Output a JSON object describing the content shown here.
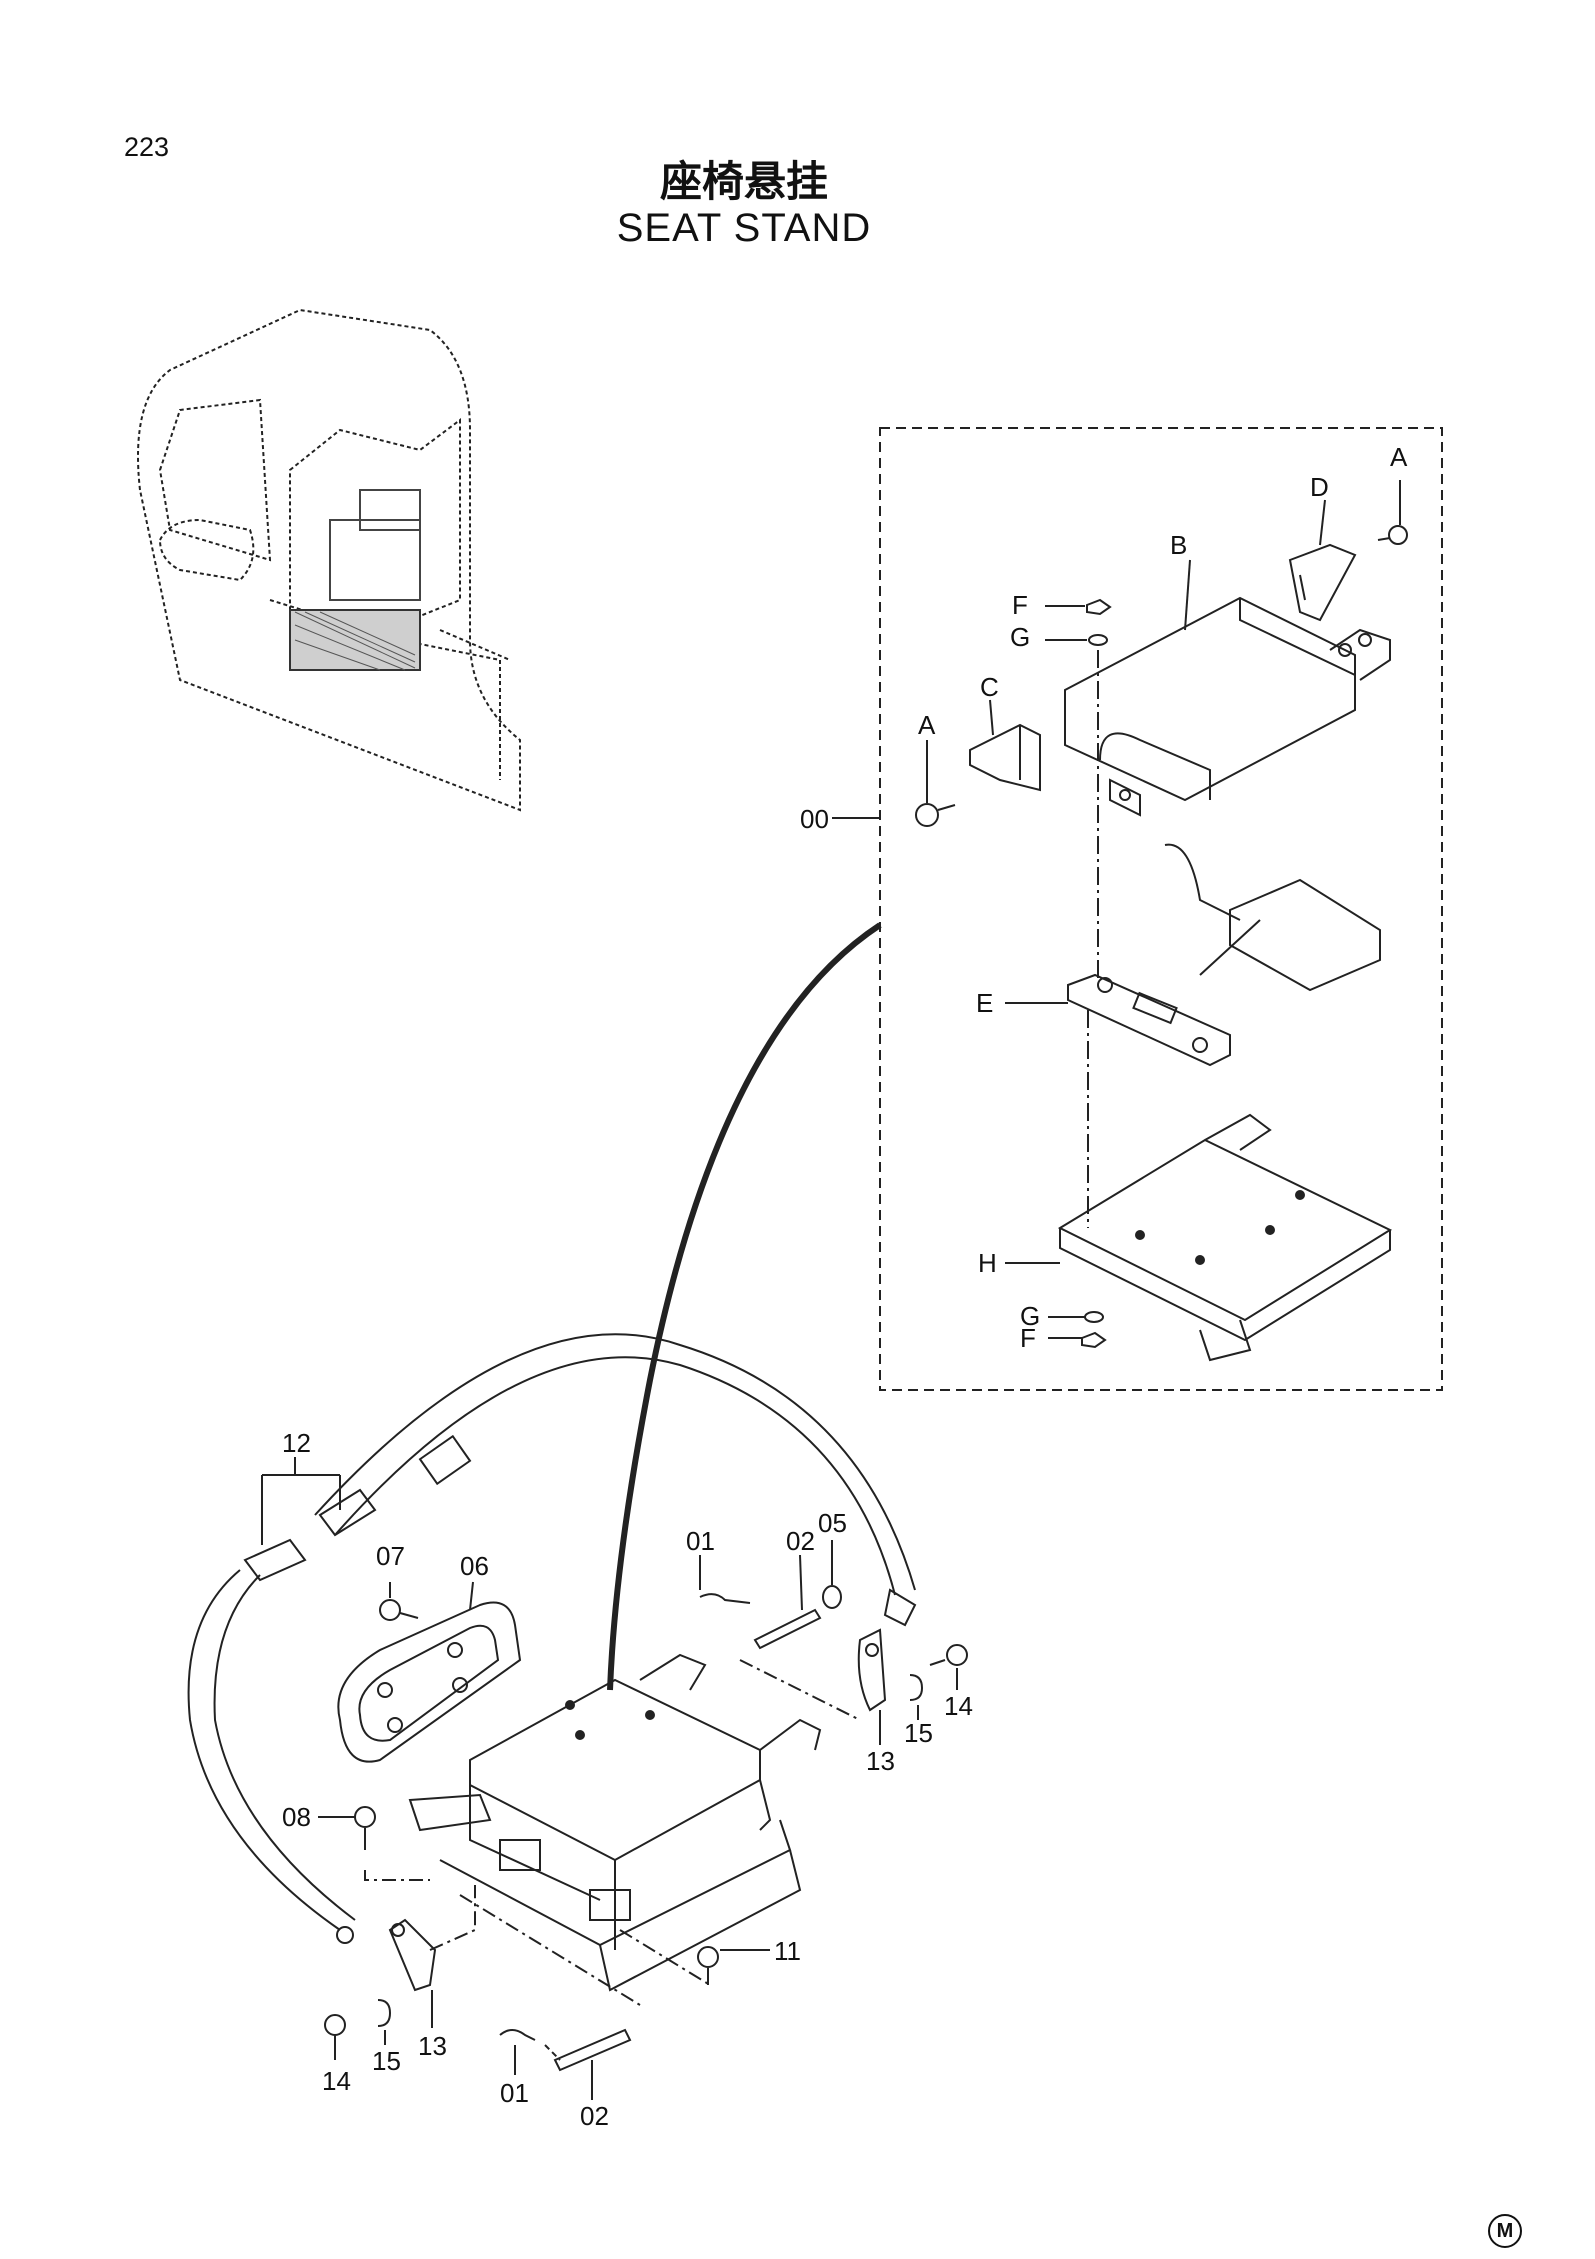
{
  "page": {
    "number": "223",
    "title_cn": "座椅悬挂",
    "title_en": "SEAT  STAND",
    "maker_mark": "M"
  },
  "assembly_box": {
    "callout_labels": {
      "assembly": "00",
      "A_top": "A",
      "D": "D",
      "B": "B",
      "F_top": "F",
      "G_top": "G",
      "C": "C",
      "A_left": "A",
      "E": "E",
      "H": "H",
      "G_bottom": "G",
      "F_bottom": "F"
    }
  },
  "main_view": {
    "callout_labels": {
      "belt": "12",
      "bolt_07": "07",
      "handle_06": "06",
      "pin_01_top": "01",
      "pin_02_top": "02",
      "washer_05": "05",
      "bolt_14_right": "14",
      "clip_15_right": "15",
      "bracket_13_right": "13",
      "bolt_08": "08",
      "bolt_11": "11",
      "bracket_13_left": "13",
      "bolt_14_left": "14",
      "clip_15_left": "15",
      "pin_01_bottom": "01",
      "pin_02_bottom": "02"
    }
  }
}
